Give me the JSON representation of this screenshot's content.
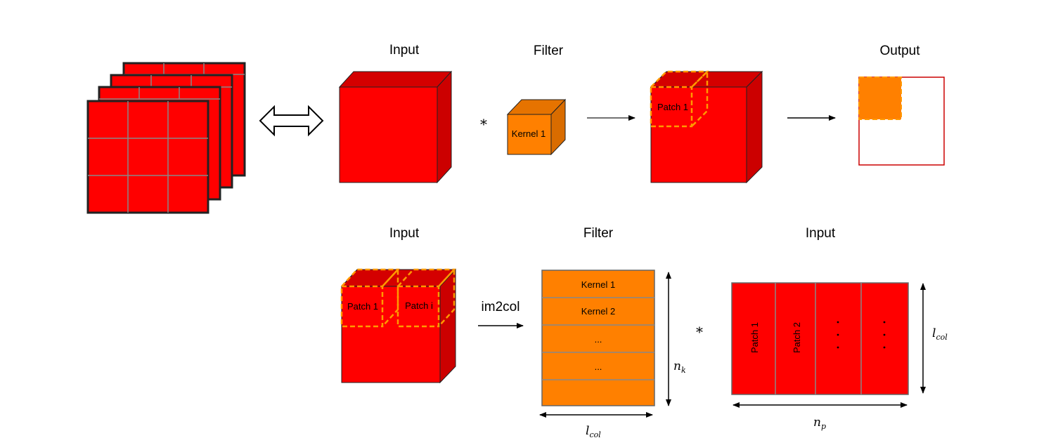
{
  "colors": {
    "red": "#ff0000",
    "red_dark": "#d40000",
    "red_side": "#cc0000",
    "orange": "#ff8000",
    "orange_dark": "#e67300",
    "orange_dash": "#ff9900",
    "outline": "#222222",
    "grid": "#888888"
  },
  "top_row": {
    "stack_icon": "stacked-channel-feature-maps",
    "double_arrow_icon": "double-headed-arrow",
    "input_label": "Input",
    "filter_label": "Filter",
    "output_label": "Output",
    "operator": "*",
    "kernel_label": "Kernel 1",
    "patch_label": "Patch 1"
  },
  "bottom_row": {
    "input_label": "Input",
    "filter_label": "Filter",
    "patches_label": "Input",
    "transform_label": "im2col",
    "operator": "*",
    "patch_labels": [
      "Patch 1",
      "Patch i"
    ],
    "kernel_rows": [
      "Kernel 1",
      "Kernel 2",
      "...",
      "...",
      ""
    ],
    "patch_columns": [
      "Patch 1",
      "Patch 2",
      "·\n·\n·",
      "·\n·\n·"
    ],
    "dims": {
      "filter_width": {
        "base": "l",
        "sub": "col"
      },
      "filter_height": {
        "base": "n",
        "sub": "k"
      },
      "patches_width": {
        "base": "n",
        "sub": "p"
      },
      "patches_height": {
        "base": "l",
        "sub": "col"
      }
    }
  }
}
